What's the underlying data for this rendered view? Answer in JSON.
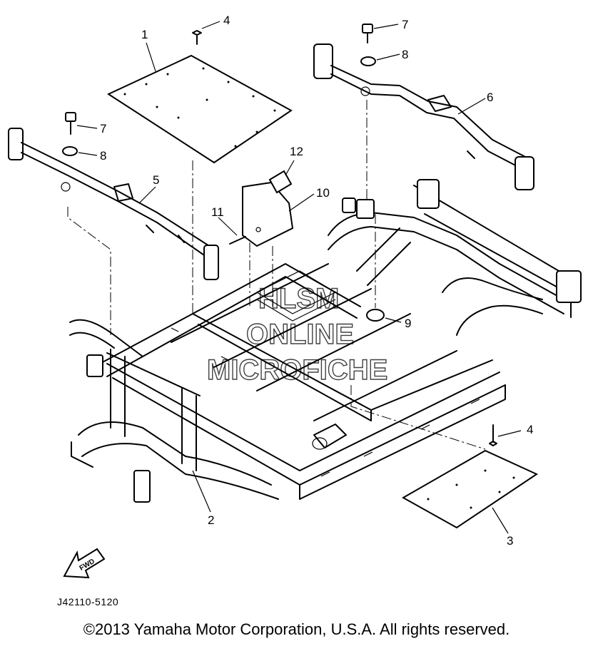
{
  "diagram": {
    "callouts": [
      "1",
      "2",
      "3",
      "4",
      "4",
      "5",
      "6",
      "7",
      "7",
      "8",
      "8",
      "9",
      "10",
      "11",
      "12"
    ],
    "part_code": "J42110-5120",
    "fwd_label": "FWD",
    "watermark": [
      "HLSM",
      "ONLINE",
      "MICROFICHE"
    ]
  },
  "footer": {
    "copyright": "©2013 Yamaha Motor Corporation, U.S.A. All rights reserved."
  }
}
